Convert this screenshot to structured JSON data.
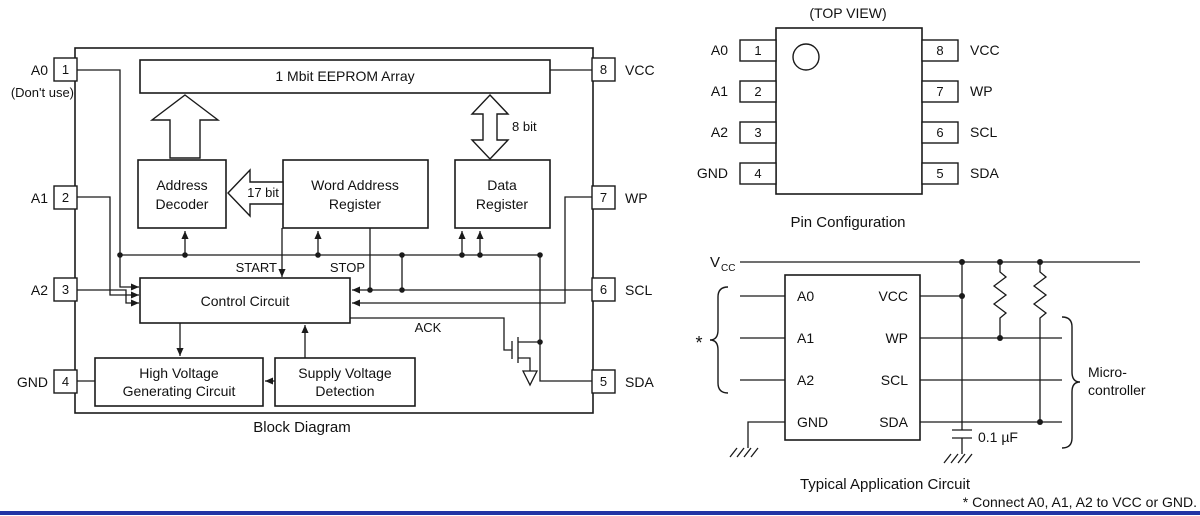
{
  "accent": {
    "rule_blue": "#2334a4"
  },
  "block_diagram": {
    "caption": "Block Diagram",
    "eeprom": "1 Mbit EEPROM Array",
    "address_decoder": [
      "Address",
      "Decoder"
    ],
    "word_address_register": [
      "Word Address",
      "Register"
    ],
    "data_register": [
      "Data",
      "Register"
    ],
    "control_circuit": "Control Circuit",
    "high_voltage": [
      "High Voltage",
      "Generating Circuit"
    ],
    "supply_voltage": [
      "Supply Voltage",
      "Detection"
    ],
    "bus_17": "17 bit",
    "bus_8": "8 bit",
    "start": "START",
    "stop": "STOP",
    "ack": "ACK",
    "pins_left": [
      {
        "num": "1",
        "label": "A0",
        "note": "(Don't use)"
      },
      {
        "num": "2",
        "label": "A1"
      },
      {
        "num": "3",
        "label": "A2"
      },
      {
        "num": "4",
        "label": "GND"
      }
    ],
    "pins_right": [
      {
        "num": "8",
        "label": "VCC"
      },
      {
        "num": "7",
        "label": "WP"
      },
      {
        "num": "6",
        "label": "SCL"
      },
      {
        "num": "5",
        "label": "SDA"
      }
    ]
  },
  "pin_config": {
    "top_view": "(TOP VIEW)",
    "caption": "Pin Configuration",
    "pins_left": [
      {
        "num": "1",
        "label": "A0"
      },
      {
        "num": "2",
        "label": "A1"
      },
      {
        "num": "3",
        "label": "A2"
      },
      {
        "num": "4",
        "label": "GND"
      }
    ],
    "pins_right": [
      {
        "num": "8",
        "label": "VCC"
      },
      {
        "num": "7",
        "label": "WP"
      },
      {
        "num": "6",
        "label": "SCL"
      },
      {
        "num": "5",
        "label": "SDA"
      }
    ]
  },
  "app_circuit": {
    "caption": "Typical Application Circuit",
    "vcc": {
      "main": "V",
      "sub": "CC"
    },
    "chip_left": [
      "A0",
      "A1",
      "A2",
      "GND"
    ],
    "chip_right": [
      "VCC",
      "WP",
      "SCL",
      "SDA"
    ],
    "capacitor": "0.1 µF",
    "micro": [
      "Micro-",
      "controller"
    ],
    "star": "*",
    "footnote": "* Connect A0, A1, A2 to VCC or GND."
  }
}
